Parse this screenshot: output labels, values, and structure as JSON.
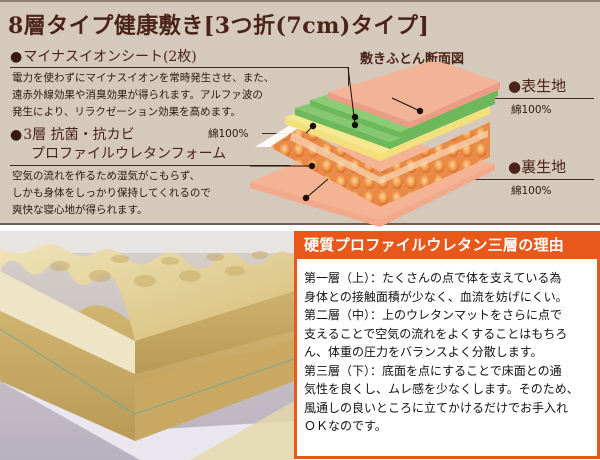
{
  "header": {
    "title": "8層タイプ健康敷き[3つ折(7cm)タイプ]"
  },
  "sections": [
    {
      "heading": "マイナスイオンシート(2枚)",
      "body_lines": [
        "電力を使わずにマイナスイオンを常時発生させ、また、",
        "遠赤外線効果や消臭効果が得られます。アルファ波の",
        "発生により、リラクゼーション効果を高めます。"
      ]
    },
    {
      "heading_line1": "3層 抗菌・抗カビ",
      "heading_line2": "プロファイルウレタンフォーム",
      "body_lines": [
        "空気の流れを作るため湿気がこもらず、",
        "しかも身体をしっかり保持してくれるので",
        "爽快な寝心地が得られます。"
      ]
    }
  ],
  "diagram": {
    "title": "敷きふとん断面図",
    "middle_label": "綿100%",
    "top_fabric": {
      "heading": "表生地",
      "material": "綿100%"
    },
    "bottom_fabric": {
      "heading": "裏生地",
      "material": "綿100%"
    },
    "colors": {
      "fabric": "#f2a88a",
      "ion_sheet": "#7fc26a",
      "cotton": "#f3e07a",
      "urethane": "#f08a3a"
    }
  },
  "photo": {
    "subject": "profile-urethane-foam-layers"
  },
  "reason_box": {
    "title": "硬質プロファイルウレタン三層の理由",
    "accent_color": "#e8581b",
    "lines": [
      "第一層（上）：たくさんの点で体を支えている為",
      "身体との接触面積が少なく、血流を妨げにくい。",
      "第二層（中）：上のウレタンマットをさらに点で",
      "支えることで空気の流れをよくすることはもちろ",
      "ん、体重の圧力をバランスよく分散します。",
      "第三層（下）：底面を点にすることで床面との通",
      "気性を良くし、ムレ感を少なくします。そのため、",
      "風通しの良いところに立てかけるだけでお手入れ",
      "ＯＫなのです。"
    ]
  }
}
